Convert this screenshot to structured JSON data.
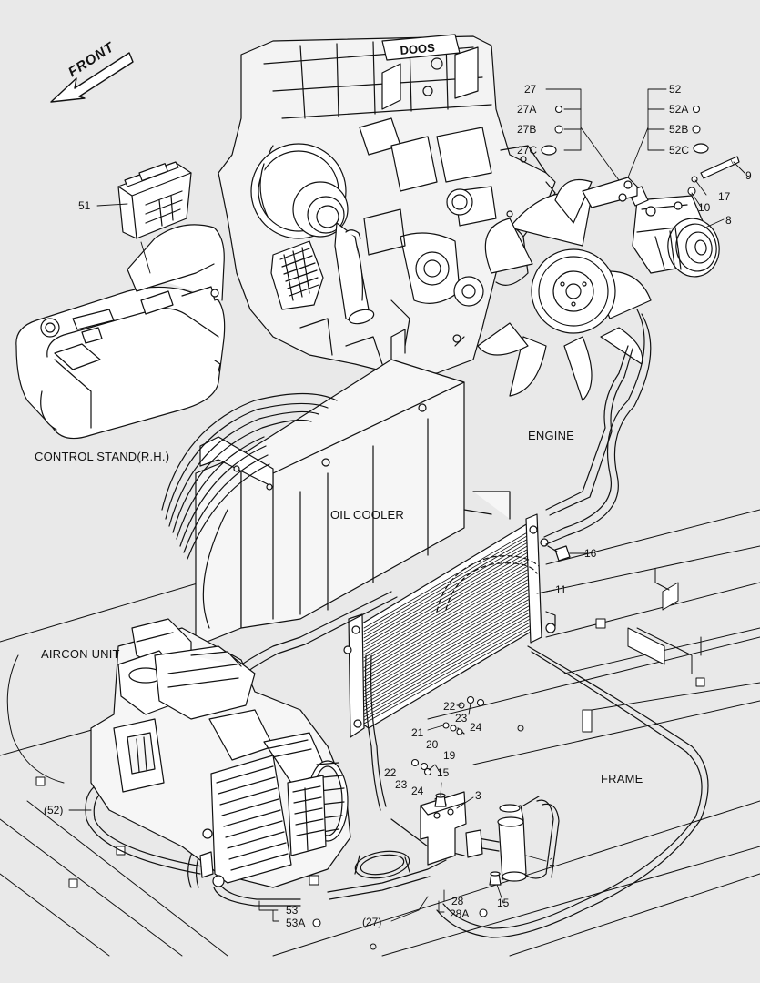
{
  "captions": {
    "front": "FRONT",
    "control_stand": "CONTROL STAND(R.H.)",
    "engine": "ENGINE",
    "oil_cooler": "OIL COOLER",
    "aircon_unit": "AIRCON UNIT",
    "frame": "FRAME"
  },
  "engine_plate_text": "DOOS",
  "part_callouts": {
    "p27": "27",
    "p27A": "27A",
    "p27B": "27B",
    "p27C": "27C",
    "p52": "52",
    "p52A": "52A",
    "p52B": "52B",
    "p52C": "52C",
    "p9": "9",
    "p17": "17",
    "p10": "10",
    "p8": "8",
    "p51": "51",
    "p16": "16",
    "p11": "11",
    "p22a": "22",
    "p23a": "23",
    "p24a": "24",
    "p21": "21",
    "p20": "20",
    "p19": "19",
    "p22b": "22",
    "p23b": "23",
    "p24b": "24",
    "p15a": "15",
    "p3": "3",
    "p1": "1",
    "p15b": "15",
    "p52paren": "(52)",
    "p53": "53",
    "p53A": "53A",
    "p27paren": "(27)",
    "p28": "28",
    "p28A": "28A"
  }
}
